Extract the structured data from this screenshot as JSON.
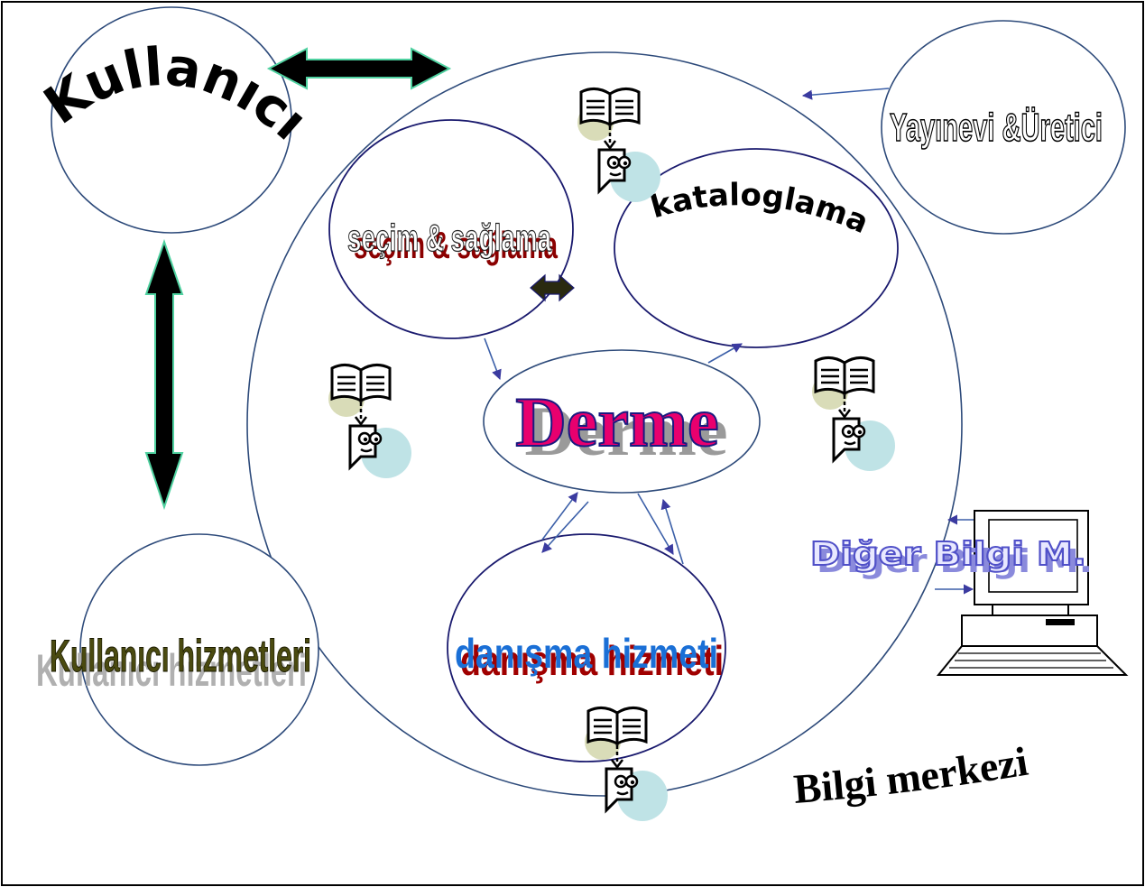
{
  "labels": {
    "kullanici": "Kullanıcı",
    "yayinevi": "Yayınevi &Üretici",
    "secim": "seçim & sağlama",
    "kataloglama": "kataloglama",
    "derme": "Derme",
    "danisma": "danışma hizmeti",
    "kullanici_hizmetleri": "Kullanıcı hizmetleri",
    "diger": "Diğer Bilgi M.",
    "bilgi_merkezi": "Bilgi merkezi"
  },
  "icons": {
    "book_reader": "book-reader-icon",
    "computer": "computer-icon"
  },
  "colors": {
    "ellipse_stroke": "#2d4a7a",
    "inner_stroke": "#1a1a6e",
    "connector_arrow": "#3b5fa8",
    "big_arrow_fill": "#000000",
    "big_arrow_edge": "#4fd1a0",
    "derme_text": "#e8006e",
    "danisma_text": "#1a6fd6",
    "hizmet_text": "#4a4a10"
  }
}
